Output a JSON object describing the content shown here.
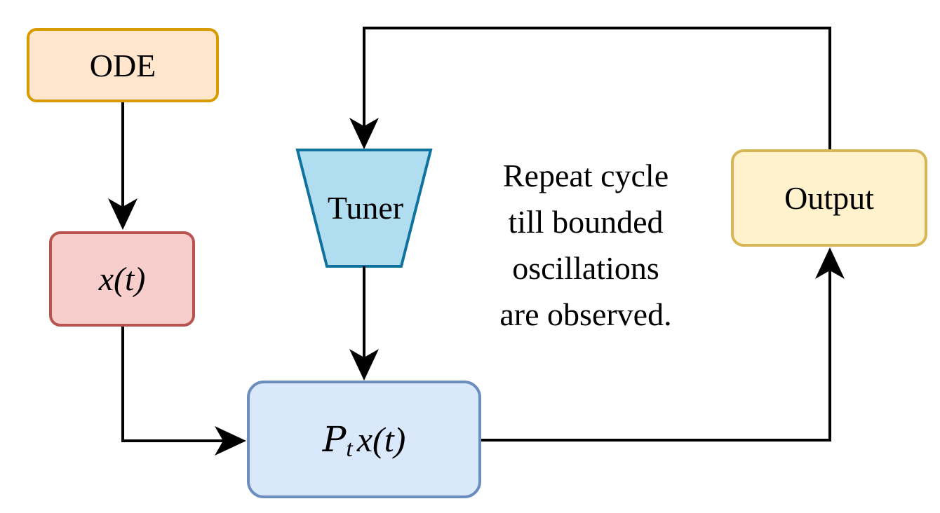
{
  "nodes": {
    "ode": {
      "label": "ODE"
    },
    "state": {
      "label": "x(t)"
    },
    "projection": {
      "op": "P",
      "sub": "t",
      "arg": "x(t)"
    },
    "tuner": {
      "label": "Tuner"
    },
    "output": {
      "label": "Output"
    }
  },
  "annotation": {
    "lines": [
      "Repeat cycle",
      "till bounded",
      "oscillations",
      "are observed."
    ]
  },
  "colors": {
    "ode_fill": "#ffe6cc",
    "ode_stroke": "#d79b00",
    "state_fill": "#f8cecc",
    "state_stroke": "#b85450",
    "projection_fill": "#dae8fc",
    "projection_stroke": "#6c8ebf",
    "tuner_fill": "#b1ddf0",
    "tuner_stroke": "#10739e",
    "output_fill": "#fff2cc",
    "output_stroke": "#d6b656",
    "edge": "#000000"
  }
}
